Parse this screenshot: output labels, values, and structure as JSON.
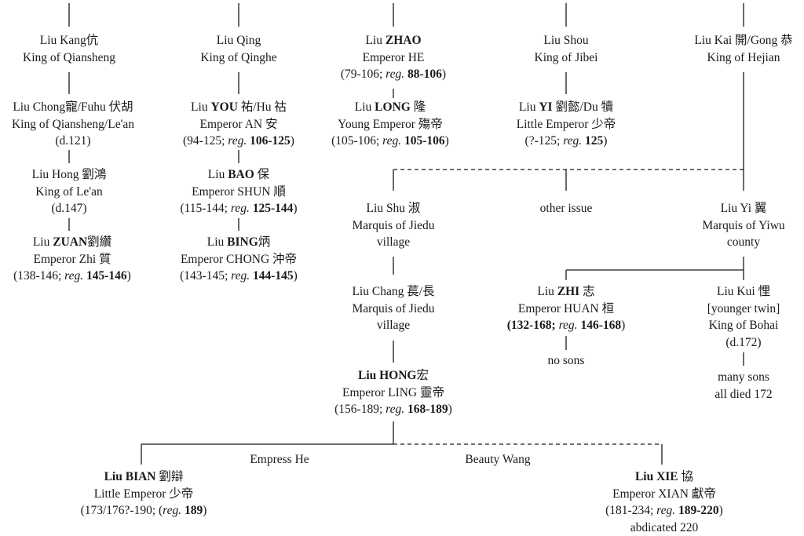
{
  "nodes": {
    "kang": {
      "l1": {
        "pre": "Liu Kang",
        "cjk": "伉"
      },
      "l2": "King of Qiansheng"
    },
    "qing": {
      "l1": "Liu Qing",
      "l2": "King of Qinghe"
    },
    "zhao": {
      "l1": {
        "pre": "Liu ",
        "bold": "ZHAO"
      },
      "l2": "Emperor HE",
      "l3": {
        "pre": "(79-106; ",
        "reg": "reg.",
        "bold": "88-106",
        "post": ")"
      }
    },
    "shou": {
      "l1": "Liu Shou",
      "l2": "King of Jibei"
    },
    "kai": {
      "l1": "Liu Kai 開/Gong 恭",
      "l2": "King of Hejian"
    },
    "chong": {
      "l1": {
        "pre": "Liu Chong",
        "cjk": "寵/Fuhu 伏胡"
      },
      "l2": "King of Qiansheng/Le'an",
      "l3": "(d.121)"
    },
    "you": {
      "l1": {
        "pre": "Liu ",
        "bold": "YOU",
        "post": " 祐/Hu 祜"
      },
      "l2": "Emperor AN 安",
      "l3": {
        "pre": "(94-125; ",
        "reg": "reg.",
        "bold": "106-125",
        "post": ")"
      }
    },
    "long": {
      "l1": {
        "pre": "Liu ",
        "bold": "LONG",
        "post": " 隆"
      },
      "l2": "Young Emperor 殤帝",
      "l3": {
        "pre": "(105-106; ",
        "reg": "reg.",
        "bold": "105-106",
        "post": ")"
      }
    },
    "yi1": {
      "l1": {
        "pre": "Liu ",
        "bold": "YI",
        "post": " 劉懿/Du 犢"
      },
      "l2": "Little Emperor 少帝",
      "l3": {
        "pre": "(?-125; ",
        "reg": "reg.",
        "bold": "125",
        "post": ")"
      }
    },
    "hong1": {
      "l1": "Liu Hong 劉鴻",
      "l2": "King of Le'an",
      "l3": "(d.147)"
    },
    "bao": {
      "l1": {
        "pre": "Liu ",
        "bold": "BAO",
        "post": " 保"
      },
      "l2": "Emperor SHUN 順",
      "l3": {
        "pre": "(115-144; ",
        "reg": "reg.",
        "bold": "125-144",
        "post": ")"
      }
    },
    "shu": {
      "l1": "Liu Shu 淑",
      "l2": "Marquis of Jiedu",
      "l3": "village"
    },
    "other": {
      "l1": "other issue"
    },
    "yi2": {
      "l1": "Liu Yi 翼",
      "l2": "Marquis of Yiwu",
      "l3": "county"
    },
    "zuan": {
      "l1": {
        "pre": "Liu ",
        "bold": "ZUAN",
        "post": "劉纘"
      },
      "l2": "Emperor Zhi 質",
      "l3": {
        "pre": "(138-146; ",
        "reg": "reg.",
        "bold": "145-146",
        "post": ")"
      }
    },
    "bing": {
      "l1": {
        "pre": "Liu ",
        "bold": "BING",
        "post": "炳"
      },
      "l2": "Emperor CHONG 沖帝",
      "l3": {
        "pre": "(143-145; ",
        "reg": "reg.",
        "bold": "144-145",
        "post": ")"
      }
    },
    "chang": {
      "l1": "Liu Chang 萇/長",
      "l2": "Marquis of Jiedu",
      "l3": "village"
    },
    "zhi": {
      "l1": {
        "pre": "Liu ",
        "bold": "ZHI",
        "post": " 志"
      },
      "l2": "Emperor HUAN 桓",
      "l3": {
        "pre": "(132-168; ",
        "reg": "reg.",
        "bold": "146-168",
        "post": ")"
      }
    },
    "kui": {
      "l1": "Liu Kui 悝",
      "l2": "[younger twin]",
      "l3": "King of Bohai",
      "l4": "(d.172)"
    },
    "nosons": {
      "l1": "no sons"
    },
    "many": {
      "l1": "many sons",
      "l2": "all died 172"
    },
    "hong2": {
      "l1": {
        "bold": "Liu HONG",
        "post": "宏"
      },
      "l2": "Emperor LING 靈帝",
      "l3": {
        "pre": "(156-189; ",
        "reg": "reg.",
        "bold": "168-189",
        "post": ")"
      }
    },
    "bian": {
      "l1": {
        "bold": "Liu BIAN",
        "post": " 劉辯"
      },
      "l2": "Little Emperor 少帝",
      "l3": {
        "pre": "(173/176?-190; (",
        "reg": "reg.",
        "bold": "189",
        "post": ")"
      }
    },
    "xie": {
      "l1": {
        "bold": "Liu XIE",
        "post": " 協"
      },
      "l2": "Emperor XIAN 獻帝",
      "l3": {
        "pre": "(181-234; ",
        "reg": "reg.",
        "bold": "189-220",
        "post": ")"
      },
      "l4": "abdicated 220"
    }
  },
  "labels": {
    "empress_he": "Empress He",
    "beauty_wang": "Beauty Wang"
  },
  "line_color": "#1a1a1a"
}
